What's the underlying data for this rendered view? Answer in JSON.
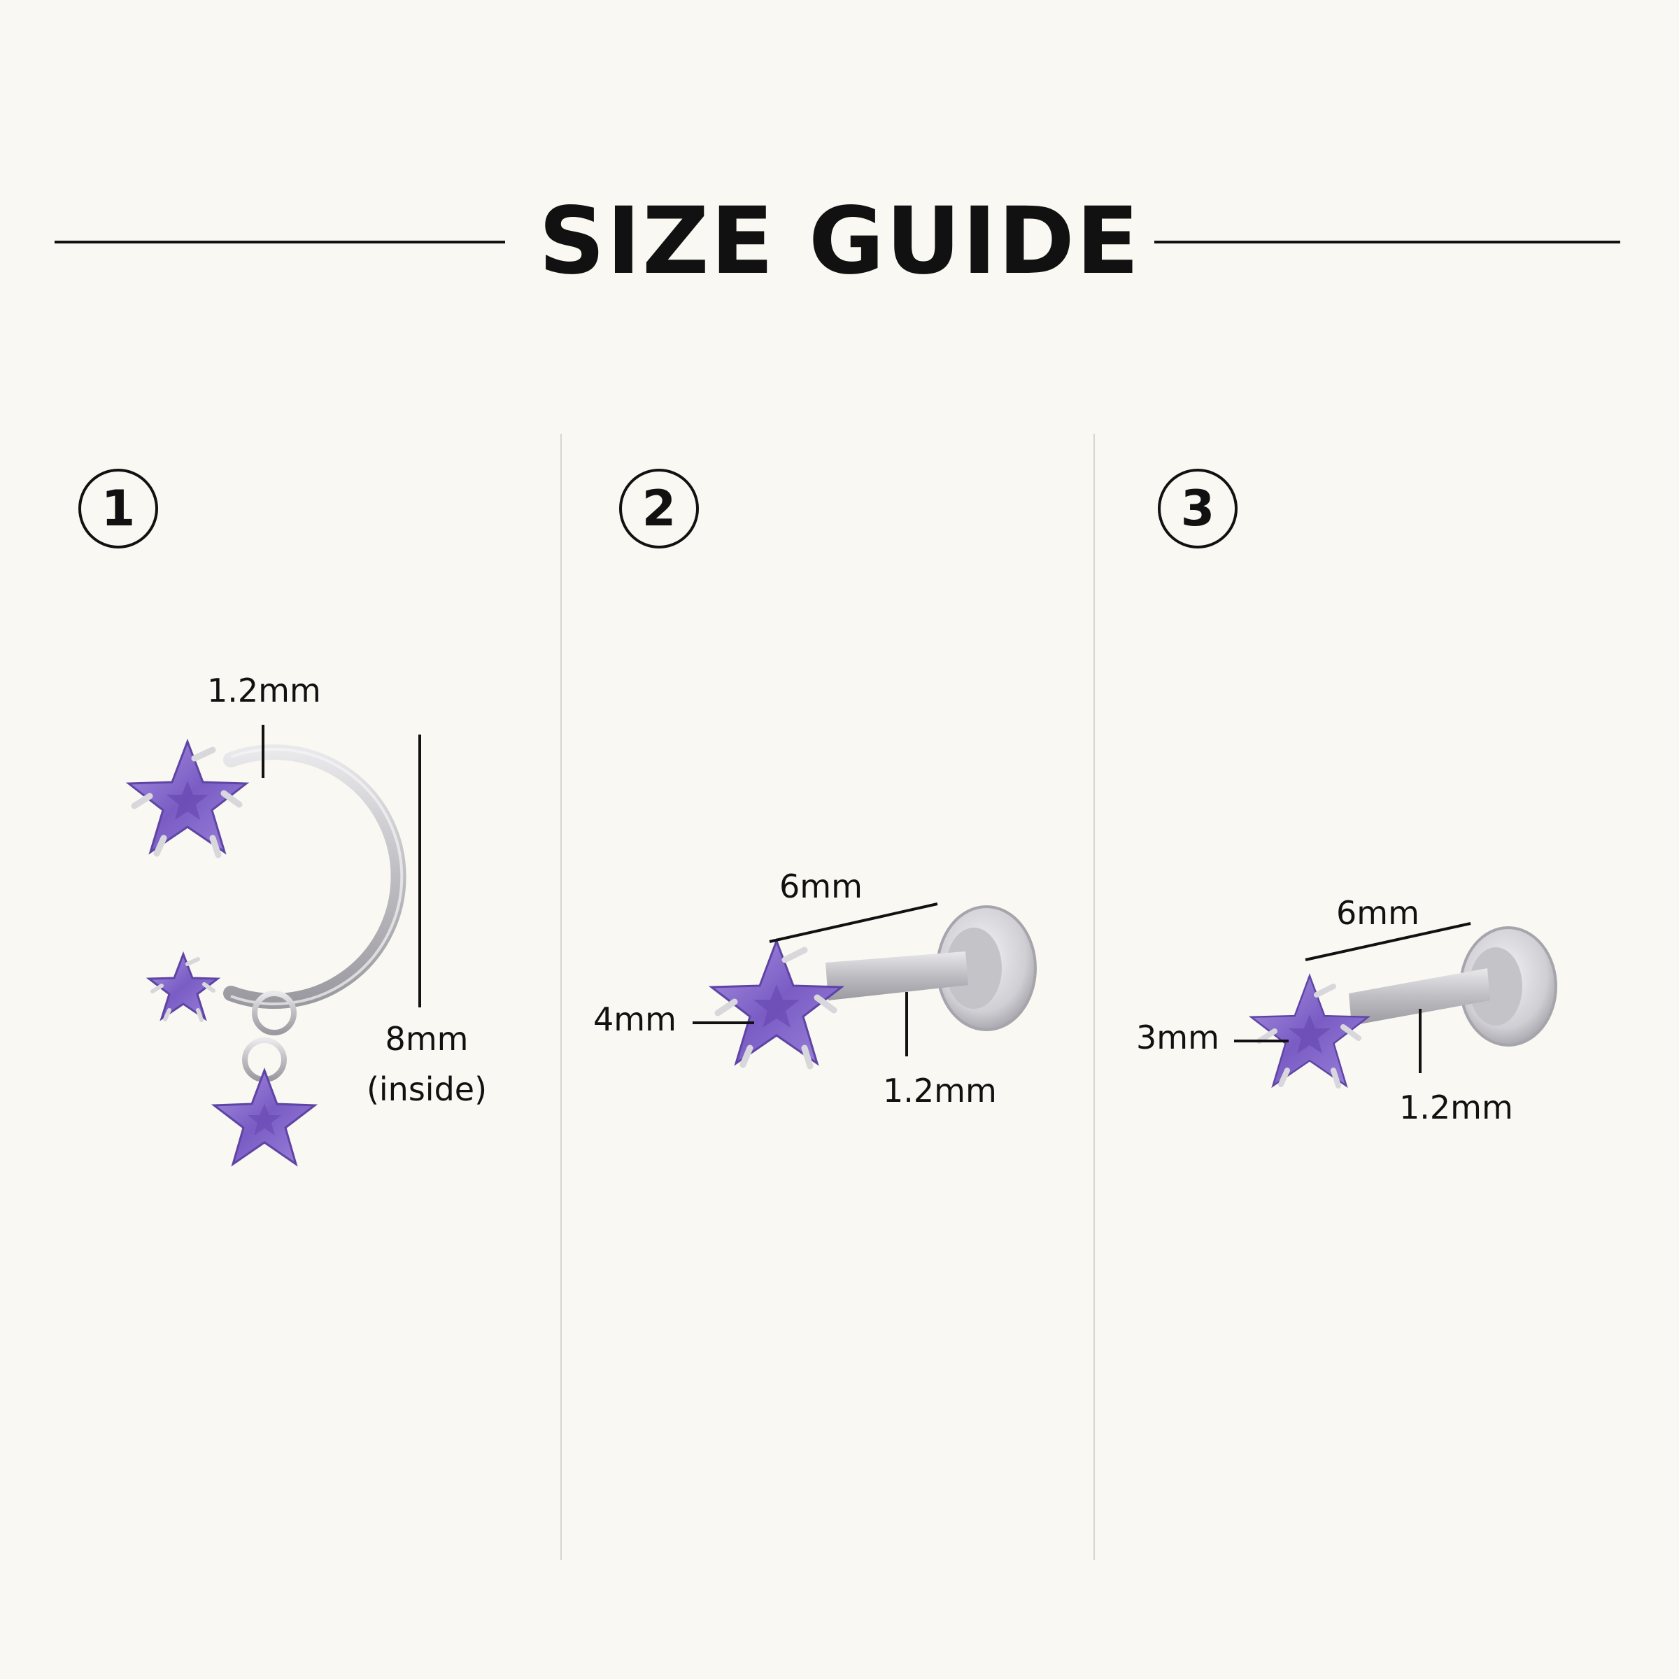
{
  "header": {
    "title": "SIZE GUIDE"
  },
  "colors": {
    "background": "#faf8f2",
    "text": "#111111",
    "gem": "#8b6fd0",
    "metal": "#c9c9cc"
  },
  "items": [
    {
      "number": "1",
      "labels": {
        "gauge": "1.2mm",
        "diameter": "8mm",
        "diameter_note": "(inside)"
      }
    },
    {
      "number": "2",
      "labels": {
        "length": "6mm",
        "gem_size": "4mm",
        "gauge": "1.2mm"
      }
    },
    {
      "number": "3",
      "labels": {
        "length": "6mm",
        "gem_size": "3mm",
        "gauge": "1.2mm"
      }
    }
  ]
}
